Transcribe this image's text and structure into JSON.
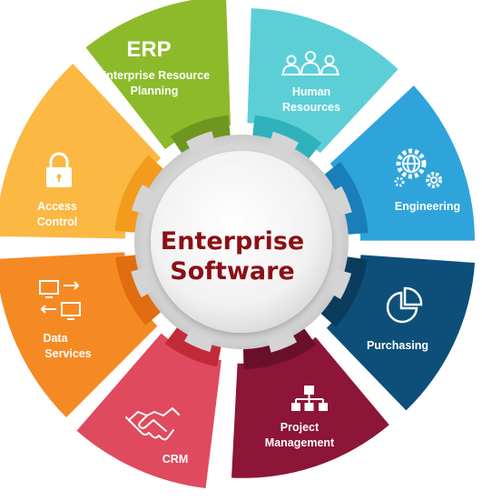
{
  "center": {
    "line1": "Enterprise",
    "line2": "Software"
  },
  "segments": [
    {
      "id": "erp",
      "title": "ERP",
      "lines": [
        "Enterprise Resource",
        "Planning"
      ],
      "color": "#8dba2b",
      "inner_color": "#6f9620",
      "icon": "none"
    },
    {
      "id": "human-resources",
      "lines": [
        "Human",
        "Resources"
      ],
      "color": "#5ccfd6",
      "inner_color": "#2fb2bc",
      "icon": "people-icon"
    },
    {
      "id": "engineering",
      "lines": [
        "Engineering"
      ],
      "color": "#2ea4db",
      "inner_color": "#1a7fb8",
      "icon": "gears-globe-icon"
    },
    {
      "id": "purchasing",
      "lines": [
        "Purchasing"
      ],
      "color": "#0e4f7a",
      "inner_color": "#0a3c5e",
      "icon": "pie-chart-icon"
    },
    {
      "id": "project-management",
      "lines": [
        "Project",
        "Management"
      ],
      "color": "#8c1538",
      "inner_color": "#6a0f2a",
      "icon": "org-chart-icon"
    },
    {
      "id": "crm",
      "lines": [
        "CRM"
      ],
      "color": "#e04a5e",
      "inner_color": "#c22a38",
      "icon": "handshake-icon"
    },
    {
      "id": "data-services",
      "lines": [
        "Data",
        "Services"
      ],
      "color": "#f58a25",
      "inner_color": "#e06d10",
      "icon": "data-transfer-icon"
    },
    {
      "id": "access-control",
      "lines": [
        "Access",
        "Control"
      ],
      "color": "#fbb843",
      "inner_color": "#f39c1c",
      "icon": "lock-icon"
    }
  ]
}
